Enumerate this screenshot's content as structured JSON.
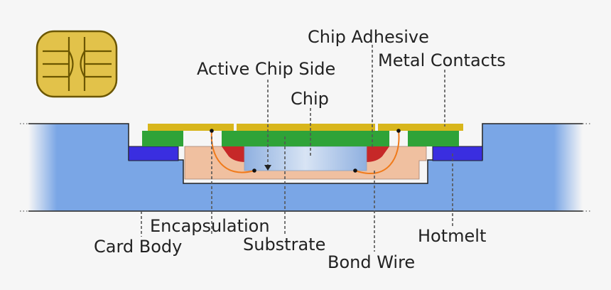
{
  "diagram": {
    "labels": {
      "chip_adhesive": "Chip Adhesive",
      "metal_contacts": "Metal Contacts",
      "active_chip_side": "Active Chip Side",
      "chip": "Chip",
      "encapsulation": "Encapsulation",
      "card_body": "Card Body",
      "substrate": "Substrate",
      "hotmelt": "Hotmelt",
      "bond_wire": "Bond Wire"
    },
    "colors": {
      "background": "#f6f6f6",
      "card_body": "#7aa6e6",
      "metal_contacts": "#d8b61c",
      "substrate": "#2fa338",
      "hotmelt": "#3a2ee0",
      "encapsulation": "#f0c0a0",
      "chip": "#a9c1e6",
      "chip_adhesive": "#c62828",
      "bond_wire": "#f07a1a",
      "chip_icon_fill": "#e2c24a",
      "chip_icon_outline": "#6b5600"
    }
  }
}
